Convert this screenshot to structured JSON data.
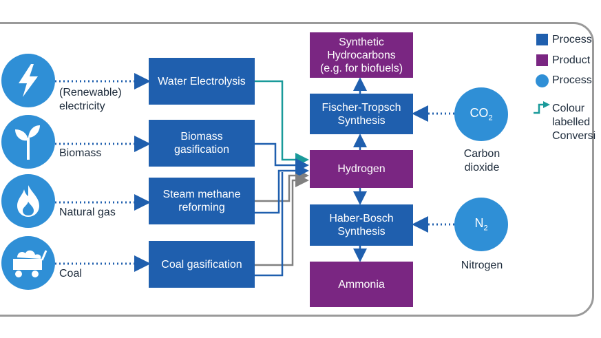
{
  "sources": [
    {
      "icon": "lightning-icon",
      "label_lines": [
        "(Renewable)",
        "electricity"
      ]
    },
    {
      "icon": "plant-sprout-icon",
      "label_lines": [
        "Biomass"
      ]
    },
    {
      "icon": "flame-icon",
      "label_lines": [
        "Natural gas"
      ]
    },
    {
      "icon": "coal-cart-icon",
      "label_lines": [
        "Coal"
      ]
    }
  ],
  "processes": {
    "water_electrolysis": "Water Electrolysis",
    "biomass_gasification": [
      "Biomass",
      "gasification"
    ],
    "steam_methane_reforming": [
      "Steam methane",
      "reforming"
    ],
    "coal_gasification": "Coal gasification",
    "fischer_tropsch": [
      "Fischer-Tropsch",
      "Synthesis"
    ],
    "haber_bosch": [
      "Haber-Bosch",
      "Synthesis"
    ]
  },
  "products": {
    "synthetic_hydrocarbons": [
      "Synthetic",
      "Hydrocarbons",
      "(e.g. for biofuels)"
    ],
    "hydrogen": "Hydrogen",
    "ammonia": "Ammonia"
  },
  "inputs": {
    "co2": {
      "symbol": "CO",
      "subscript": "2",
      "label_lines": [
        "Carbon",
        "dioxide"
      ]
    },
    "n2": {
      "symbol": "N",
      "subscript": "2",
      "label_lines": [
        "Nitrogen"
      ]
    }
  },
  "legend": [
    {
      "swatch": "square",
      "color": "#1f5fae",
      "label": "Process"
    },
    {
      "swatch": "square",
      "color": "#7a2682",
      "label": "Product"
    },
    {
      "swatch": "circle",
      "color": "#2f8fd6",
      "label": "Process"
    },
    {
      "swatch": "arrow",
      "color": "#1a9a9a",
      "label_lines": [
        "Colour",
        "labelled",
        "Conversi"
      ]
    }
  ],
  "colors": {
    "process": "#1f5fae",
    "product": "#7a2682",
    "source_circle": "#2f8fd6",
    "teal_line": "#1a9a9a",
    "grey_line": "#808080",
    "blue_line": "#1f5fae",
    "frame": "#9a9a9a"
  }
}
